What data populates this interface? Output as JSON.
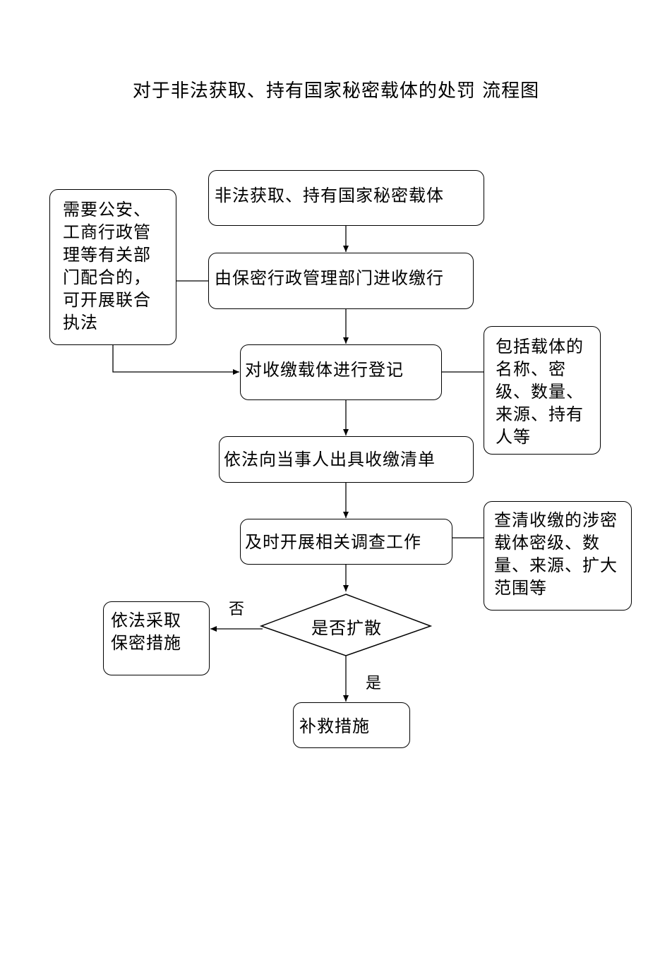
{
  "title": "对于非法获取、持有国家秘密载体的处罚 流程图",
  "steps": {
    "s1": "非法获取、持有国家秘密载体",
    "s2": "由保密行政管理部门进收缴行",
    "s3": "对收缴载体进行登记",
    "s4": "依法向当事人出具收缴清单",
    "s5": "及时开展相关调查工作",
    "decision": "是否扩散",
    "yes_result": "补救措施",
    "no_result": "依法采取保密措施"
  },
  "notes": {
    "left": "需要公安、工商行政管理等有关部门配合的，可开展联合执法",
    "right1": "包括载体的名称、密级、数量、来源、持有人等",
    "right2": "查清收缴的涉密载体密级、数量、来源、扩大范围等"
  },
  "labels": {
    "no": "否",
    "yes": "是"
  }
}
